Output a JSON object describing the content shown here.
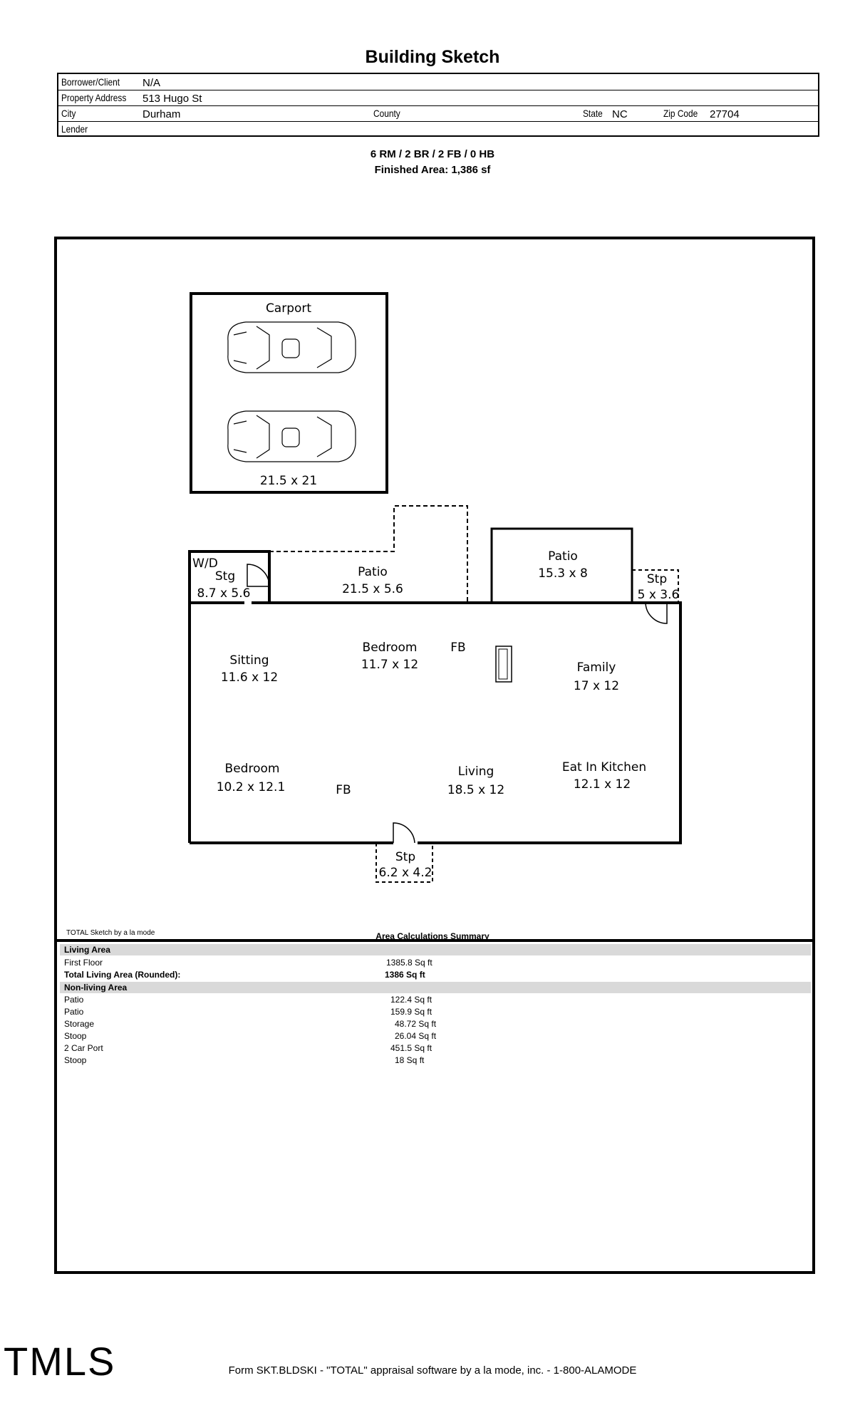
{
  "title": "Building Sketch",
  "header": {
    "borrower_label": "Borrower/Client",
    "borrower_value": "N/A",
    "address_label": "Property Address",
    "address_value": "513 Hugo St",
    "city_label": "City",
    "city_value": "Durham",
    "county_label": "County",
    "county_value": "",
    "state_label": "State",
    "state_value": "NC",
    "zip_label": "Zip Code",
    "zip_value": "27704",
    "lender_label": "Lender",
    "lender_value": ""
  },
  "summary": {
    "rooms": "6 RM / 2 BR / 2 FB / 0 HB",
    "finished_area": "Finished Area: 1,386 sf"
  },
  "plan": {
    "carport": {
      "name": "Carport",
      "dims": "21.5 x 21"
    },
    "wd": "W/D",
    "storage": {
      "name": "Stg",
      "dims": "8.7 x 5.6"
    },
    "patio_left": {
      "name": "Patio",
      "dims": "21.5 x 5.6"
    },
    "patio_right": {
      "name": "Patio",
      "dims": "15.3 x 8"
    },
    "stoop_right": {
      "name": "Stp",
      "dims": "5 x 3.6"
    },
    "sitting": {
      "name": "Sitting",
      "dims": "11.6 x 12"
    },
    "bedroom_top": {
      "name": "Bedroom",
      "dims": "11.7 x 12"
    },
    "fb_top": "FB",
    "family": {
      "name": "Family",
      "dims": "17 x 12"
    },
    "bedroom_bottom": {
      "name": "Bedroom",
      "dims": "10.2 x 12.1"
    },
    "fb_bottom": "FB",
    "living": {
      "name": "Living",
      "dims": "18.5 x 12"
    },
    "kitchen": {
      "name": "Eat In Kitchen",
      "dims": "12.1 x 12"
    },
    "stoop_bottom": {
      "name": "Stp",
      "dims": "6.2 x 4.2"
    }
  },
  "sketch_note": "TOTAL Sketch by a la mode",
  "calc": {
    "title": "Area Calculations Summary",
    "living_header": "Living Area",
    "living_rows": [
      {
        "label": "First Floor",
        "value": "1385.8 Sq ft"
      },
      {
        "label": "Total Living Area (Rounded):",
        "value": "1386 Sq ft"
      }
    ],
    "nonliving_header": "Non-living Area",
    "nonliving_rows": [
      {
        "label": "Patio",
        "value": "122.4 Sq ft"
      },
      {
        "label": "Patio",
        "value": "159.9 Sq ft"
      },
      {
        "label": "Storage",
        "value": "48.72 Sq ft"
      },
      {
        "label": "Stoop",
        "value": "26.04 Sq ft"
      },
      {
        "label": "2 Car Port",
        "value": "451.5 Sq ft"
      },
      {
        "label": "Stoop",
        "value": "18 Sq ft"
      }
    ]
  },
  "logo": "TMLS",
  "footer": "Form SKT.BLDSKI - \"TOTAL\" appraisal software by a la mode, inc. - 1-800-ALAMODE"
}
